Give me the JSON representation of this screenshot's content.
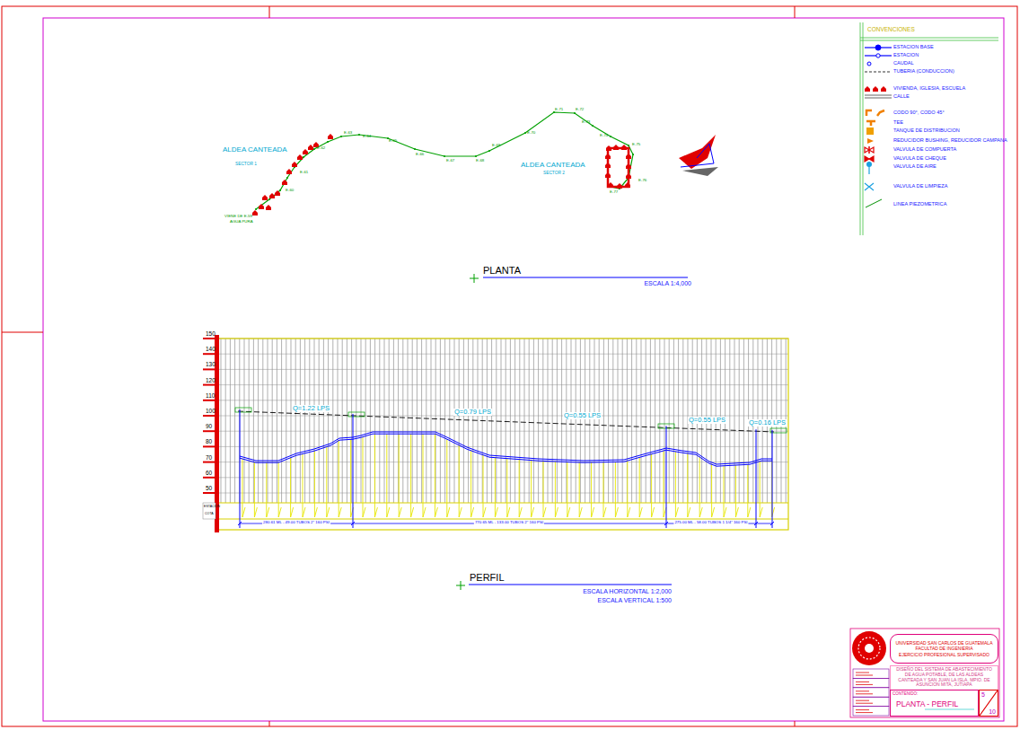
{
  "diagram": {
    "nodes": [
      {
        "text": [
          "UNIVERSIDAD SAN CARLOS DE GUATEMALA",
          "FACULTAD DE INGENIERIA",
          "EJERCICIO PROFESIONAL SUPERVISADO"
        ]
      },
      {
        "text": [
          "DISEÑO DEL SISTEMA DE ABASTECIMIENTO DE AGUA POTABLE, DE LAS ALDEAS CANTEADA Y SAN JUAN LA ISLA, MPIO. DE ASUNCION MITA, JUTIAPA"
        ]
      },
      {
        "text": [
          "CONTENIDO:",
          "PLANTA - PERFIL"
        ]
      },
      {
        "text": [
          "5",
          "10"
        ]
      }
    ],
    "labels": [
      "ALDEA CANTEADA",
      "SECTOR 1",
      "ALDEA CANTEADA",
      "SECTOR 2",
      "VIENE DE E-59",
      "AGUA PURA",
      "E-60",
      "E-61",
      "E-62",
      "E-63",
      "E-64",
      "E-65",
      "E-66",
      "E-67",
      "E-68",
      "E-69",
      "E-70",
      "E-71",
      "E-72",
      "E-73",
      "E-74",
      "E-75",
      "E-76",
      "E-77",
      "PLANTA",
      "ESCALA 1:4,000",
      "CONVENCIONES",
      "150",
      "140",
      "130",
      "120",
      "110",
      "100",
      "90",
      "80",
      "70",
      "60",
      "50",
      "ESTACION",
      "COTA",
      "Q=1.22 LPS",
      "Q=0.79 LPS",
      "Q=0.55 LPS",
      "Q=0.55 LPS",
      "Q=0.16 LPS",
      "280.61 ML - 49.00 TUBOS 2\" 160 PSI",
      "770.65 ML - 133.00 TUBOS 2\" 160 PSI",
      "275.00 ML - 58.00 TUBOS 1 1/4\" 160 PSI",
      "PERFIL",
      "ESCALA HORIZONTAL 1:2,000",
      "ESCALA VERTICAL 1:500"
    ],
    "legend": [
      {
        "text": "ESTACION BASE"
      },
      {
        "text": "ESTACION"
      },
      {
        "text": "CAUDAL"
      },
      {
        "text": "TUBERIA (CONDUCCION)"
      },
      {
        "text": "VIVIENDA, IGLESIA, ESCUELA"
      },
      {
        "text": "CALLE"
      },
      {
        "text": "CODO 90°, CODO 45°"
      },
      {
        "text": "TEE"
      },
      {
        "text": "TANQUE DE DISTRIBUCION",
        "color": "#f0a000"
      },
      {
        "text": "REDUCIDOR BUSHING, REDUCIDOR CAMPANA"
      },
      {
        "text": "VALVULA DE COMPUERTA"
      },
      {
        "text": "VALVULA DE CHEQUE"
      },
      {
        "text": "VALVULA DE AIRE"
      },
      {
        "text": "VALVULA DE LIMPIEZA"
      },
      {
        "text": "LINEA PIEZOMETRICA"
      }
    ]
  }
}
